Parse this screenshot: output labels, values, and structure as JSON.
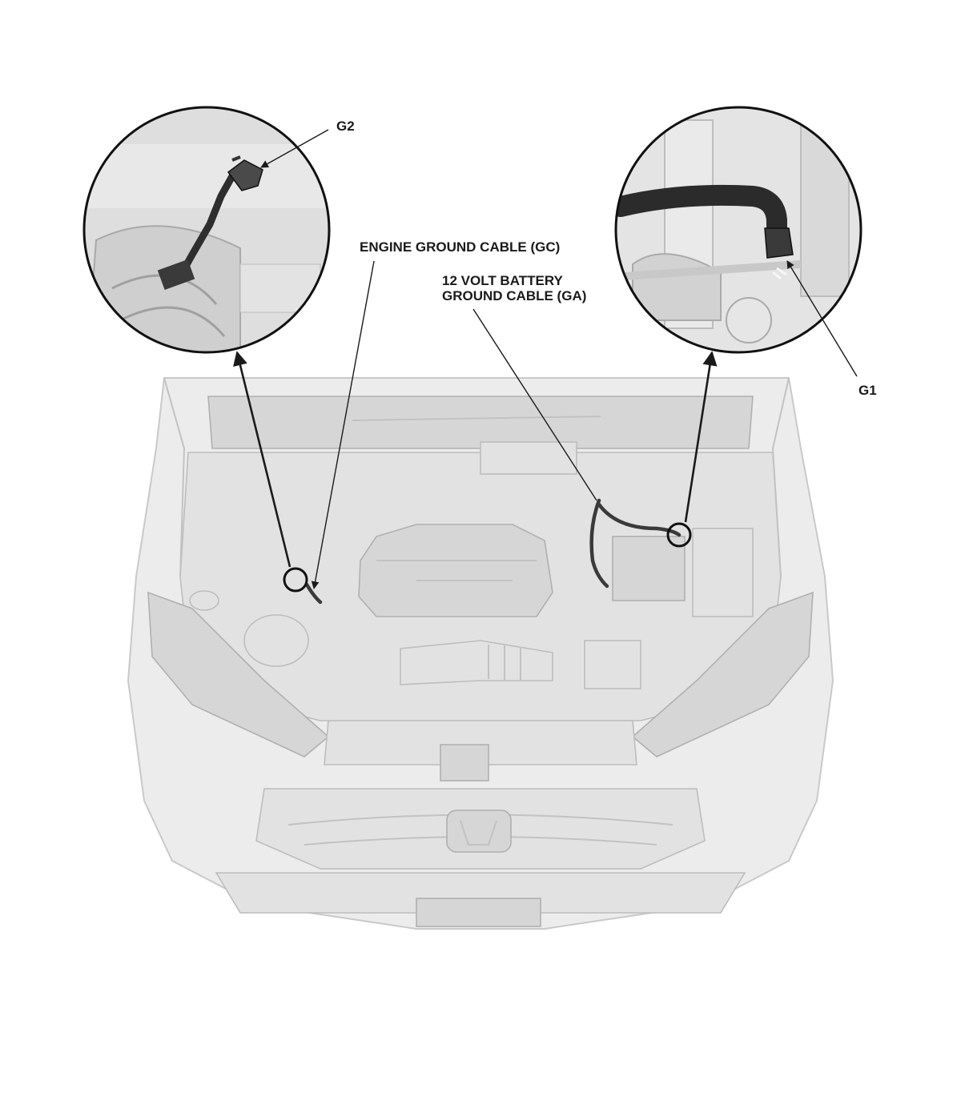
{
  "labels": {
    "g2": "G2",
    "g1": "G1",
    "engine_ground_cable": "ENGINE GROUND CABLE (GC)",
    "battery_ground_cable_line1": "12 VOLT BATTERY",
    "battery_ground_cable_line2": "GROUND CABLE (GA)"
  },
  "colors": {
    "vehicle": "#ececec",
    "outline": "#c9c9c9",
    "callout_stroke": "#111111",
    "cable": "#3a3a3a"
  }
}
